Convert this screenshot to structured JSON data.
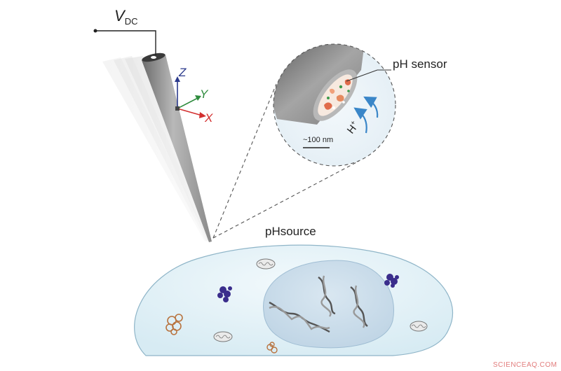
{
  "labels": {
    "voltage_main": "V",
    "voltage_sub": "DC",
    "axis_z": "Z",
    "axis_y": "Y",
    "axis_x": "X",
    "sensor": "pH sensor",
    "proton_main": "H",
    "proton_sup": "+",
    "scale": "~100 nm",
    "source": "pHsource"
  },
  "watermark": "SCIENCEAQ.COM",
  "colors": {
    "axis_z": "#2b3a8c",
    "axis_y": "#2e8b3d",
    "axis_x": "#d32f2f",
    "cell_fill": "#dceef5",
    "nucleus_fill": "#c9dcea",
    "arrow": "#3a86c8",
    "watermark": "#e27c7c"
  }
}
